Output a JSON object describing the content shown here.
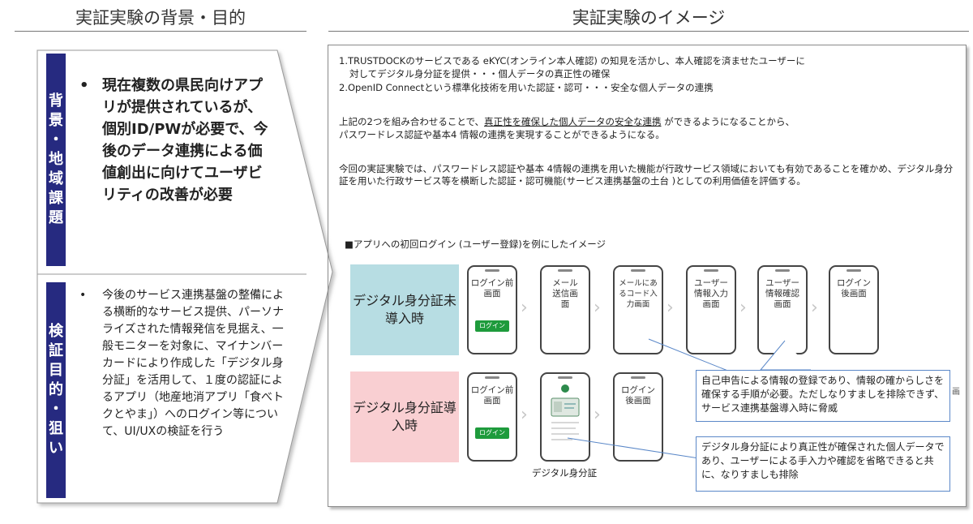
{
  "left": {
    "header": "実証実験の背景・目的",
    "tab1_chars": [
      "背",
      "景",
      "・",
      "地",
      "域",
      "課",
      "題"
    ],
    "bullet1": "現在複数の県民向けアプリが提供されているが、個別ID/PWが必要で、今後のデータ連携による価値創出に向けてユーザビリティの改善が必要",
    "tab2_chars": [
      "検",
      "証",
      "目",
      "的",
      "・",
      "狙",
      "い"
    ],
    "bullet2": "今後のサービス連携基盤の整備による横断的なサービス提供、パーソナライズされた情報発信を見据え、一般モニターを対象に、マイナンバーカードにより作成した「デジタル身分証」を活用して、１度の認証によるアプリ（地産地消アプリ「食べトクとやま」）へのログイン等について、UI/UXの検証を行う",
    "bullet_symbol": "•"
  },
  "right": {
    "header": "実証実験のイメージ",
    "line1a": "1.TRUSTDOCKのサービスである eKYC(オンライン本人確認) の知見を活かし、本人確認を済ませたユーザーに",
    "line1b": "対してデジタル身分証を提供・・・個人データの真正性の確保",
    "line2": "2.OpenID Connectという標準化技術を用いた認証・認可・・・安全な個人データの連携",
    "para2a_pre": "上記の2つを組み合わせることで、",
    "para2a_u": "真正性を確保した個人データの安全な連携",
    "para2a_post": " ができるようになることから、",
    "para2b": "パスワードレス認証や基本4 情報の連携を実現することができるようになる。",
    "para3": "今回の実証実験では、パスワードレス認証や基本 4情報の連携を用いた機能が行政サービス領域においても有効であることを確かめ、デジタル身分証を用いた行政サービス等を横断した認証・認可機能(サービス連携基盤の土台 )としての利用価値を評価する。",
    "image_title": "■アプリへの初回ログイン (ユーザー登録)を例にしたイメージ",
    "row1_label": "デジタル身分証未導入時",
    "row2_label": "デジタル身分証導入時",
    "row1_screens": [
      "ログイン前画面",
      "メール送信画面",
      "メールにあるコード入力画面",
      "ユーザー情報入力画面",
      "ユーザー情報確認画面",
      "ログイン後画面"
    ],
    "row2_screens": [
      "ログイン前画面",
      "",
      "ログイン後画面"
    ],
    "login_button": "ログイン",
    "digital_id_caption": "デジタル身分証",
    "callout1": "自己申告による情報の登録であり、情報の確からしさを確保する手順が必要。ただしなりすましを排除できず、サービス連携基盤導入時に脅威",
    "callout2": "デジタル身分証により真正性が確保された個人データであり、ユーザーによる手入力や確認を省略できると共に、なりすましも排除",
    "cut_text": "画",
    "colors": {
      "navy": "#262a80",
      "teal_box": "#b7dde3",
      "pink_box": "#f9cfd2",
      "green_button": "#1e9b3c"
    }
  }
}
